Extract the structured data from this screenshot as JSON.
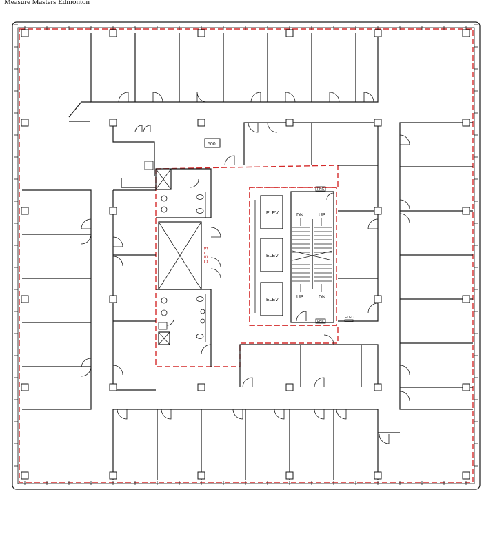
{
  "header": {
    "title": "Measure Masters Edmonton"
  },
  "plan": {
    "suite_number": "500",
    "elevators": [
      "ELEV",
      "ELEV",
      "ELEV"
    ],
    "stair_labels": {
      "down": "DN",
      "up": "UP"
    },
    "electrical_room": "E L E C",
    "electrical_small": "ELEC",
    "fire_hose_cabinet": "FHC"
  }
}
